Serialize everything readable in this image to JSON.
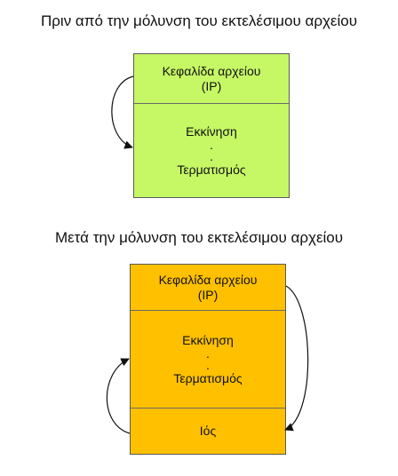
{
  "before": {
    "title": "Πριν από την μόλυνση του εκτελέσιμου αρχείου",
    "header_line1": "Κεφαλίδα αρχείου",
    "header_line2": "(IP)",
    "start_label": "Εκκίνηση",
    "dot1": ".",
    "dot2": ".",
    "end_label": "Τερματισμός"
  },
  "after": {
    "title": "Μετά την μόλυνση του εκτελέσιμου αρχείου",
    "header_line1": "Κεφαλίδα αρχείου",
    "header_line2": "(IP)",
    "start_label": "Εκκίνηση",
    "dot1": ".",
    "dot2": ".",
    "end_label": "Τερματισμός",
    "virus_label": "Ιός"
  },
  "colors": {
    "before_fill": "#c6f765",
    "after_fill": "#ffc000",
    "border": "#5a5a5a",
    "arrow": "#111111"
  }
}
